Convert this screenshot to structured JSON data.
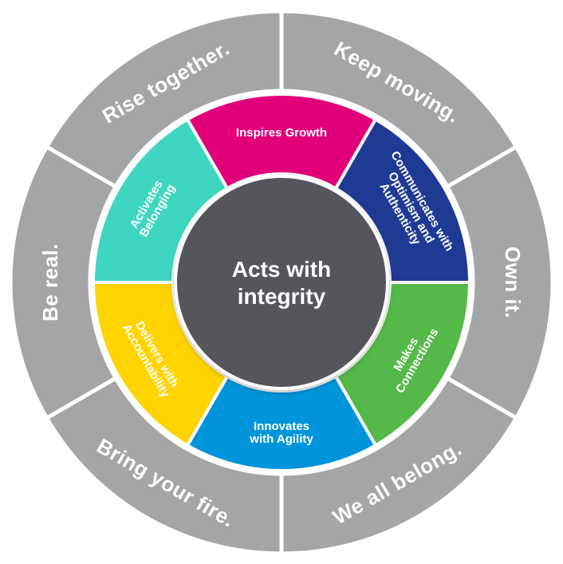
{
  "center": {
    "lines": [
      "Acts with",
      "integrity"
    ],
    "color": "#55575b"
  },
  "outer_ring": {
    "color": "#a4a5a7",
    "segments": [
      {
        "label": "Keep moving."
      },
      {
        "label": "Own it."
      },
      {
        "label": "We all belong."
      },
      {
        "label": "Bring your fire."
      },
      {
        "label": "Be real."
      },
      {
        "label": "Rise together."
      }
    ]
  },
  "inner_ring": {
    "segments": [
      {
        "lines": [
          "Inspires Growth"
        ],
        "color": "#e2007a"
      },
      {
        "lines": [
          "Communicates with",
          "Optimism and",
          "Authenticity"
        ],
        "color": "#1f3a93"
      },
      {
        "lines": [
          "Makes",
          "Connections"
        ],
        "color": "#54b948"
      },
      {
        "lines": [
          "Innovates",
          "with Agility"
        ],
        "color": "#0095da"
      },
      {
        "lines": [
          "Delivers with",
          "Accountability"
        ],
        "color": "#ffd400"
      },
      {
        "lines": [
          "Activates",
          "Belonging"
        ],
        "color": "#3ed6c0"
      }
    ]
  }
}
